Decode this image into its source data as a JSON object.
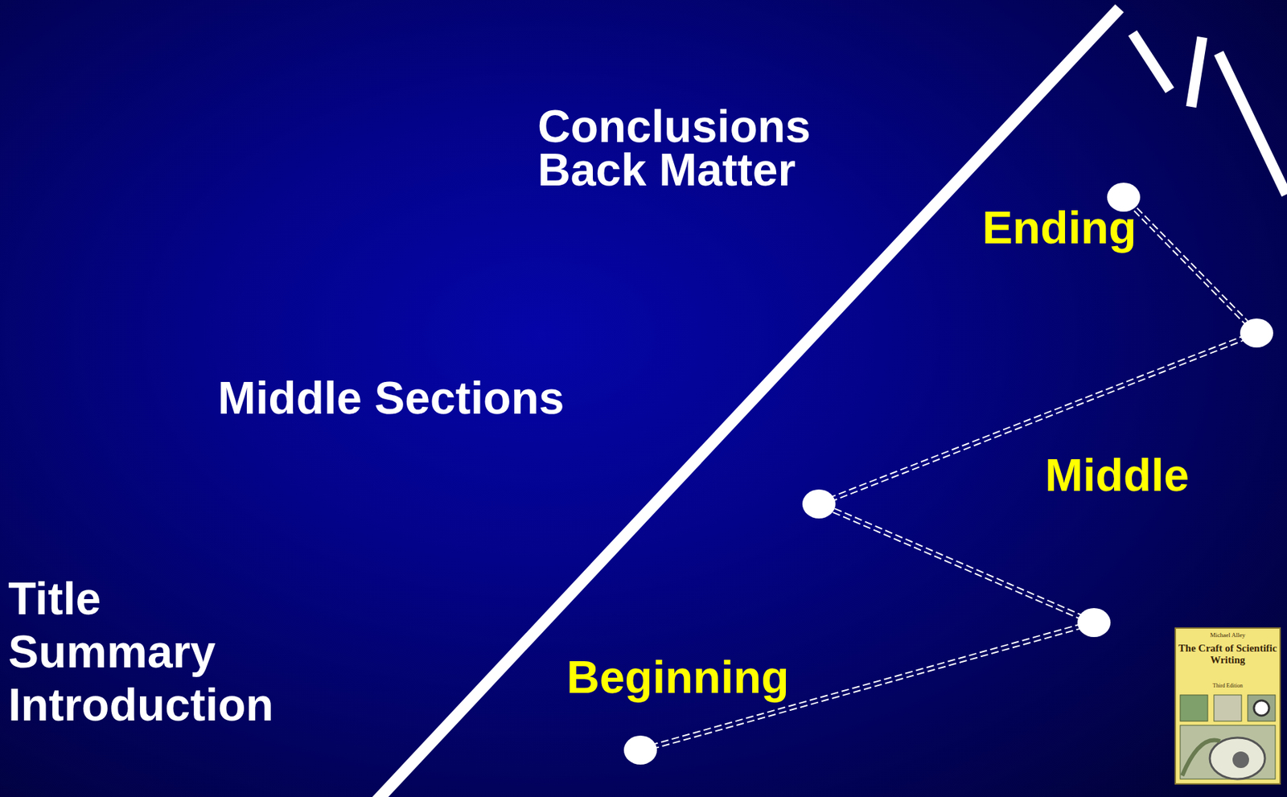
{
  "diagram": {
    "labels": [
      "Conclusions",
      "Back Matter",
      "Middle Sections",
      "Title",
      "Summary",
      "Introduction",
      "Beginning",
      "Middle",
      "Ending",
      "Michael Alley",
      "The Craft of Scientific Writing",
      "Third Edition"
    ]
  }
}
